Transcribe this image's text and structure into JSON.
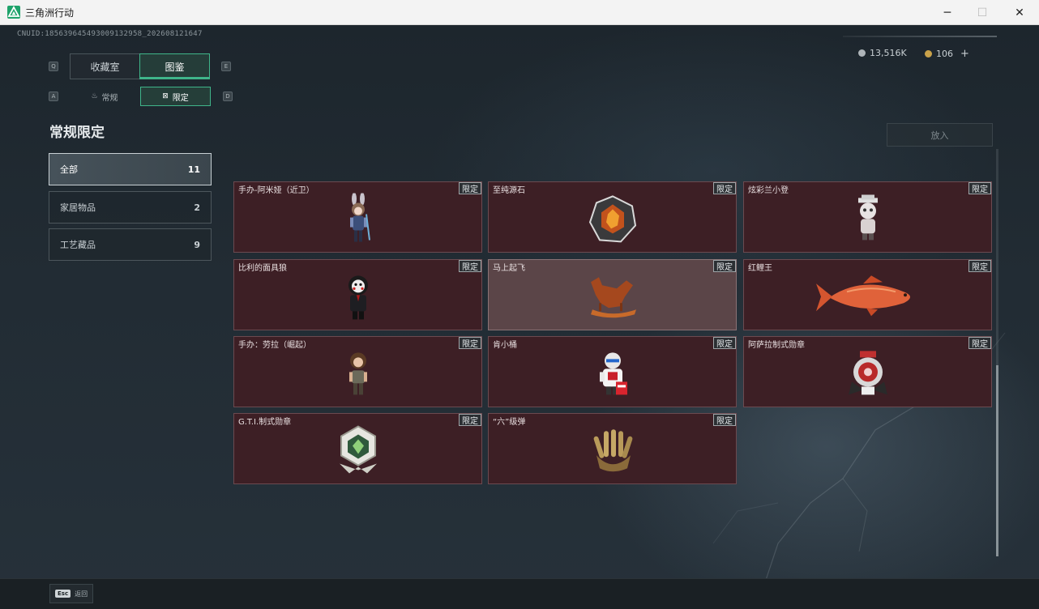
{
  "window": {
    "title": "三角洲行动",
    "minimize": "─",
    "maximize": "☐",
    "close": "✕"
  },
  "header": {
    "cnuid": "CNUID:185639645493009132958_202608121647",
    "currency": [
      {
        "icon": "silver-coin-icon",
        "value": "13,516K",
        "color": "#aeb5b9"
      },
      {
        "icon": "gold-coin-icon",
        "value": "106",
        "color": "#c9a24a"
      }
    ],
    "plus": "+"
  },
  "tabs": {
    "main": [
      {
        "label": "收藏室",
        "active": false
      },
      {
        "label": "图鉴",
        "active": true
      }
    ],
    "main_keys": {
      "left": "Q",
      "right": "E"
    },
    "sub": [
      {
        "label": "常规",
        "icon": "flame-icon",
        "active": false
      },
      {
        "label": "限定",
        "icon": "limited-icon",
        "active": true
      }
    ],
    "sub_keys": {
      "left": "A",
      "right": "D"
    }
  },
  "section_title": "常规限定",
  "categories": [
    {
      "label": "全部",
      "count": "11",
      "active": true
    },
    {
      "label": "家居物品",
      "count": "2",
      "active": false
    },
    {
      "label": "工艺藏品",
      "count": "9",
      "active": false
    }
  ],
  "put_button": "放入",
  "tag_label": "限定",
  "items": [
    {
      "name": "手办-阿米娅（近卫）",
      "icon": "figurine-amiya-icon"
    },
    {
      "name": "至纯源石",
      "icon": "originium-crystal-icon"
    },
    {
      "name": "炫彩兰小登",
      "icon": "colorful-figure-icon"
    },
    {
      "name": "比利的面具狼",
      "icon": "billy-mask-figure-icon"
    },
    {
      "name": "马上起飞",
      "icon": "flying-horse-icon"
    },
    {
      "name": "红鲤王",
      "icon": "red-carp-icon"
    },
    {
      "name": "手办：劳拉（崛起）",
      "icon": "figurine-lara-icon"
    },
    {
      "name": "肯小桶",
      "icon": "bucket-figure-icon"
    },
    {
      "name": "阿萨拉制式勋章",
      "icon": "asala-medal-icon"
    },
    {
      "name": "G.T.I.制式勋章",
      "icon": "gti-medal-icon"
    },
    {
      "name": "“六”级弹",
      "icon": "bullets-hand-icon"
    }
  ],
  "footer": {
    "esc_key": "Esc",
    "esc_label": "返回"
  }
}
